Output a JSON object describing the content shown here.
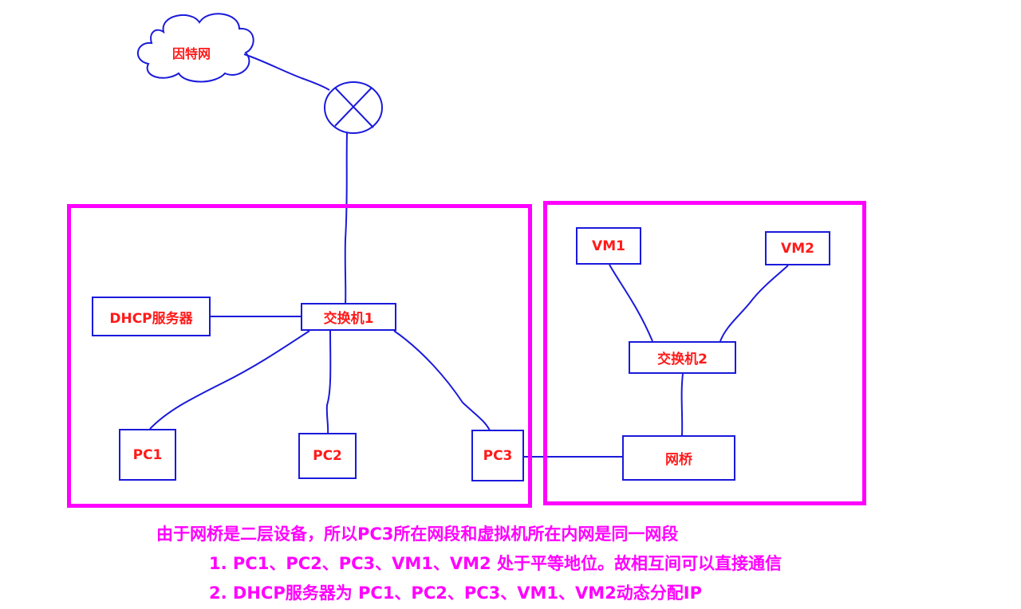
{
  "cloud": {
    "label": "因特网"
  },
  "nodes": {
    "switch1": "交换机1",
    "dhcp": "DHCP服务器",
    "pc1": "PC1",
    "pc2": "PC2",
    "pc3": "PC3",
    "vm1": "VM1",
    "vm2": "VM2",
    "switch2": "交换机2",
    "bridge": "网桥"
  },
  "notes": {
    "summary": "由于网桥是二层设备，所以PC3所在网段和虚拟机所在内网是同一网段",
    "point1": "1. PC1、PC2、PC3、VM1、VM2 处于平等地位。故相互间可以直接通信",
    "point2": "2. DHCP服务器为 PC1、PC2、PC3、VM1、VM2动态分配IP"
  },
  "colors": {
    "group_border": "#ff00ff",
    "node_border": "#1a1adb",
    "label_text": "#ff1a1a",
    "note_text": "#ff00ff",
    "link": "#1a1adb"
  }
}
